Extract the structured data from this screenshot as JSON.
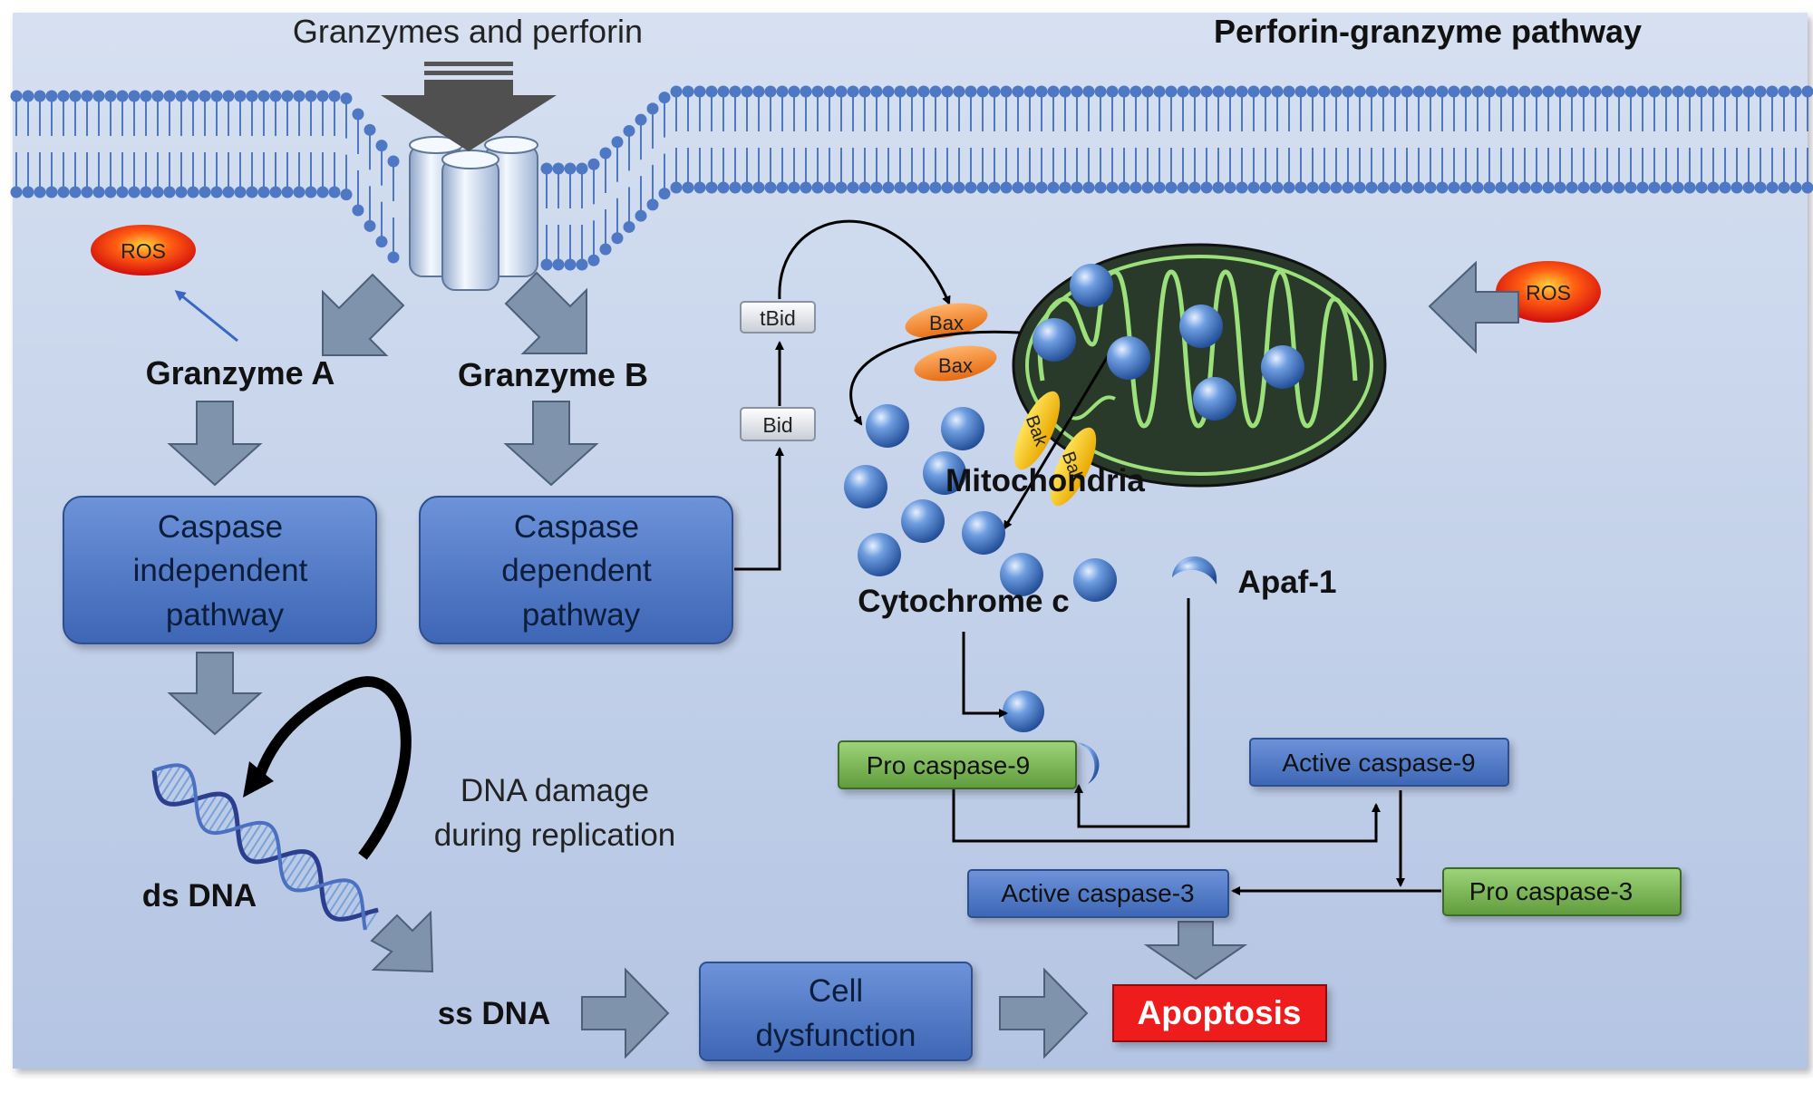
{
  "title": "Perforin-granzyme pathway",
  "top_label": "Granzymes and perforin",
  "granzyme_a": "Granzyme A",
  "granzyme_b": "Granzyme B",
  "ros_left": "ROS",
  "ros_right": "ROS",
  "caspase_independent": [
    "Caspase",
    "independent",
    "pathway"
  ],
  "caspase_dependent": [
    "Caspase",
    "dependent",
    "pathway"
  ],
  "tbid": "tBid",
  "bid": "Bid",
  "bax1": "Bax",
  "bax2": "Bax",
  "bak1": "Bak",
  "bak2": "Bak",
  "mitochondria": "Mitochondria",
  "cytochrome_c": "Cytochrome c",
  "apaf1": "Apaf-1",
  "pro_caspase_9": "Pro caspase-9",
  "active_caspase_9": "Active caspase-9",
  "active_caspase_3": "Active caspase-3",
  "pro_caspase_3": "Pro caspase-3",
  "dna_damage": [
    "DNA damage",
    "during replication"
  ],
  "ds_dna": "ds DNA",
  "ss_dna": "ss DNA",
  "cell_dysfunction": [
    "Cell",
    "dysfunction"
  ],
  "apoptosis": "Apoptosis",
  "colors": {
    "box_blue": "#4a73c0",
    "box_green": "#7cb655",
    "apoptosis_red": "#ee1c1c",
    "membrane": "#4f78c4"
  }
}
